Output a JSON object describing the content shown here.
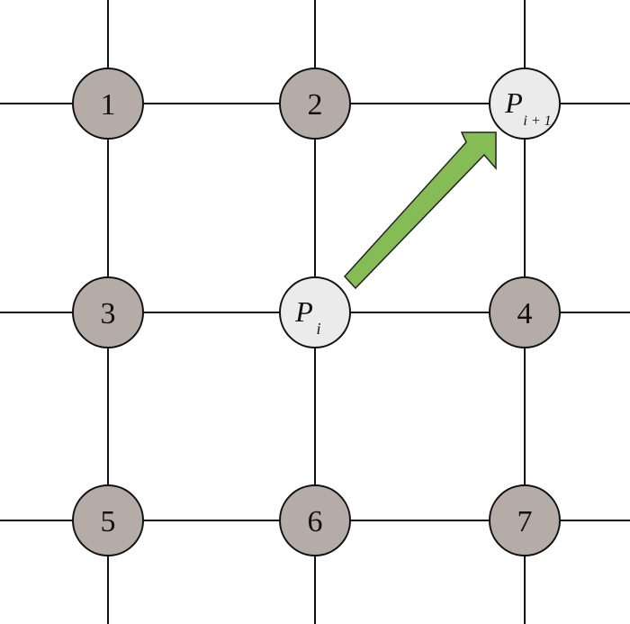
{
  "colors": {
    "node_neighbor": "#b5aca8",
    "node_path": "#ebebeb",
    "arrow": "#86bc55",
    "line": "#111111"
  },
  "nodes": [
    {
      "id": "n1",
      "label": "1",
      "kind": "neighbor",
      "row": 0,
      "col": 0
    },
    {
      "id": "n2",
      "label": "2",
      "kind": "neighbor",
      "row": 0,
      "col": 1
    },
    {
      "id": "pnext",
      "label": "P",
      "sub": "i + 1",
      "kind": "path",
      "row": 0,
      "col": 2
    },
    {
      "id": "n3",
      "label": "3",
      "kind": "neighbor",
      "row": 1,
      "col": 0
    },
    {
      "id": "pi",
      "label": "P",
      "sub": "i",
      "kind": "path",
      "row": 1,
      "col": 1
    },
    {
      "id": "n4",
      "label": "4",
      "kind": "neighbor",
      "row": 1,
      "col": 2
    },
    {
      "id": "n5",
      "label": "5",
      "kind": "neighbor",
      "row": 2,
      "col": 0
    },
    {
      "id": "n6",
      "label": "6",
      "kind": "neighbor",
      "row": 2,
      "col": 1
    },
    {
      "id": "n7",
      "label": "7",
      "kind": "neighbor",
      "row": 2,
      "col": 2
    }
  ],
  "arrow": {
    "from": "pi",
    "to": "pnext"
  }
}
